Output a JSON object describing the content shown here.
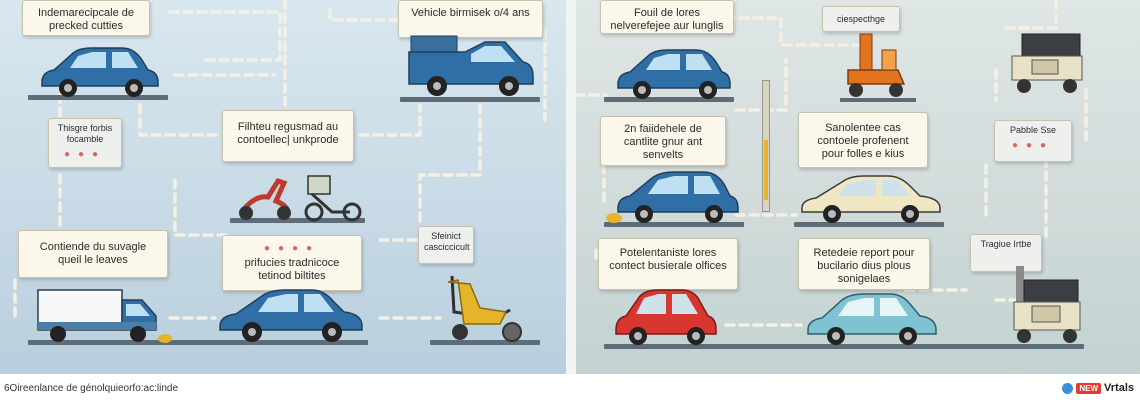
{
  "left": {
    "callouts": [
      "Indemarecipcale de precked cutties",
      "Vehicle birmisek o/4 ans",
      "Thisgre forbis focamble",
      "Filhteu regusmad au contoellec| unkprode",
      "Contiende du suvagle queil le leaves",
      "prifucies tradnicoce tetinod biltites",
      "Sfeinict casciccicult"
    ]
  },
  "right": {
    "callouts": [
      "Fouil de lores nelverefejee aur lunglis",
      "ciespecthge",
      "2n faiidehele de cantlite gnur ant senvelts",
      "Sanolentee cas contoele profenent pour folles e kius",
      "Pabble Sse",
      "Potelentaniste lores contect busierale olfices",
      "Retedeie report pour bucilario dius plous sonigelaes",
      "Tragiue Irtbe"
    ]
  },
  "footer": {
    "caption": "6Oireenlance de génolquieorfo:ac:linde",
    "logo_badge": "NEW",
    "logo_text": "Vrtals"
  },
  "colors": {
    "car_blue": "#2f6fa6",
    "car_red": "#d7372f",
    "car_cream": "#efe6c3",
    "car_teal": "#7fc3d3",
    "accent_yellow": "#e6b42a",
    "accent_orange": "#e2731f",
    "path_light": "#f4f0e4"
  }
}
